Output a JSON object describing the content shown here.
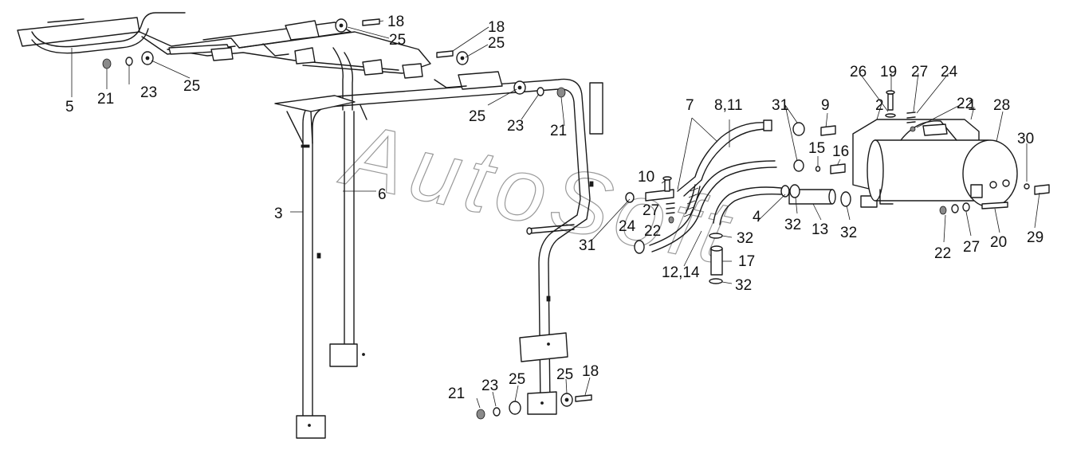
{
  "watermark": "AutoSoft",
  "callouts": {
    "c1": "1",
    "c2": "2",
    "c3": "3",
    "c4": "4",
    "c5": "5",
    "c6": "6",
    "c7": "7",
    "c8_11": "8,11",
    "c9": "9",
    "c10": "10",
    "c12_14": "12,14",
    "c13": "13",
    "c15": "15",
    "c16": "16",
    "c17": "17",
    "c18": "18",
    "c19": "19",
    "c20": "20",
    "c21": "21",
    "c22": "22",
    "c23": "23",
    "c24": "24",
    "c25": "25",
    "c26": "26",
    "c27": "27",
    "c28": "28",
    "c29": "29",
    "c30": "30",
    "c31": "31",
    "c32": "32"
  }
}
